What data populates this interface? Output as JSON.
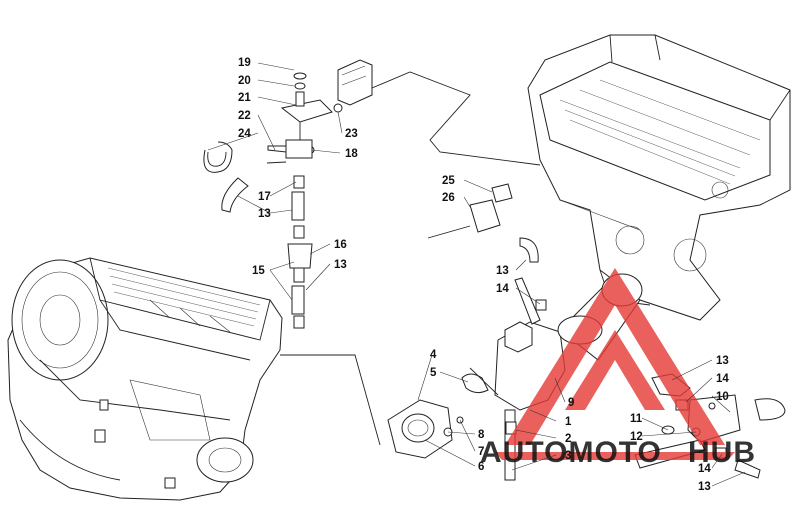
{
  "labels": [
    {
      "id": "19",
      "text": "19"
    },
    {
      "id": "20",
      "text": "20"
    },
    {
      "id": "21",
      "text": "21"
    },
    {
      "id": "22",
      "text": "22"
    },
    {
      "id": "24",
      "text": "24"
    },
    {
      "id": "23",
      "text": "23"
    },
    {
      "id": "18",
      "text": "18"
    },
    {
      "id": "17",
      "text": "17"
    },
    {
      "id": "13a",
      "text": "13"
    },
    {
      "id": "16",
      "text": "16"
    },
    {
      "id": "15",
      "text": "15"
    },
    {
      "id": "13b",
      "text": "13"
    },
    {
      "id": "25",
      "text": "25"
    },
    {
      "id": "26",
      "text": "26"
    },
    {
      "id": "13c",
      "text": "13"
    },
    {
      "id": "14a",
      "text": "14"
    },
    {
      "id": "4",
      "text": "4"
    },
    {
      "id": "5",
      "text": "5"
    },
    {
      "id": "9",
      "text": "9"
    },
    {
      "id": "1",
      "text": "1"
    },
    {
      "id": "2",
      "text": "2"
    },
    {
      "id": "3",
      "text": "3"
    },
    {
      "id": "8",
      "text": "8"
    },
    {
      "id": "7",
      "text": "7"
    },
    {
      "id": "6",
      "text": "6"
    },
    {
      "id": "13d",
      "text": "13"
    },
    {
      "id": "14b",
      "text": "14"
    },
    {
      "id": "10",
      "text": "10"
    },
    {
      "id": "11",
      "text": "11"
    },
    {
      "id": "12",
      "text": "12"
    },
    {
      "id": "14c",
      "text": "14"
    },
    {
      "id": "13e",
      "text": "13"
    }
  ],
  "watermark": {
    "part1": "AUTOMOTO",
    "part2": "HUB",
    "color_primary": "#e53935",
    "color_accent": "#f5a623",
    "color_dark": "#3a3a3a"
  }
}
